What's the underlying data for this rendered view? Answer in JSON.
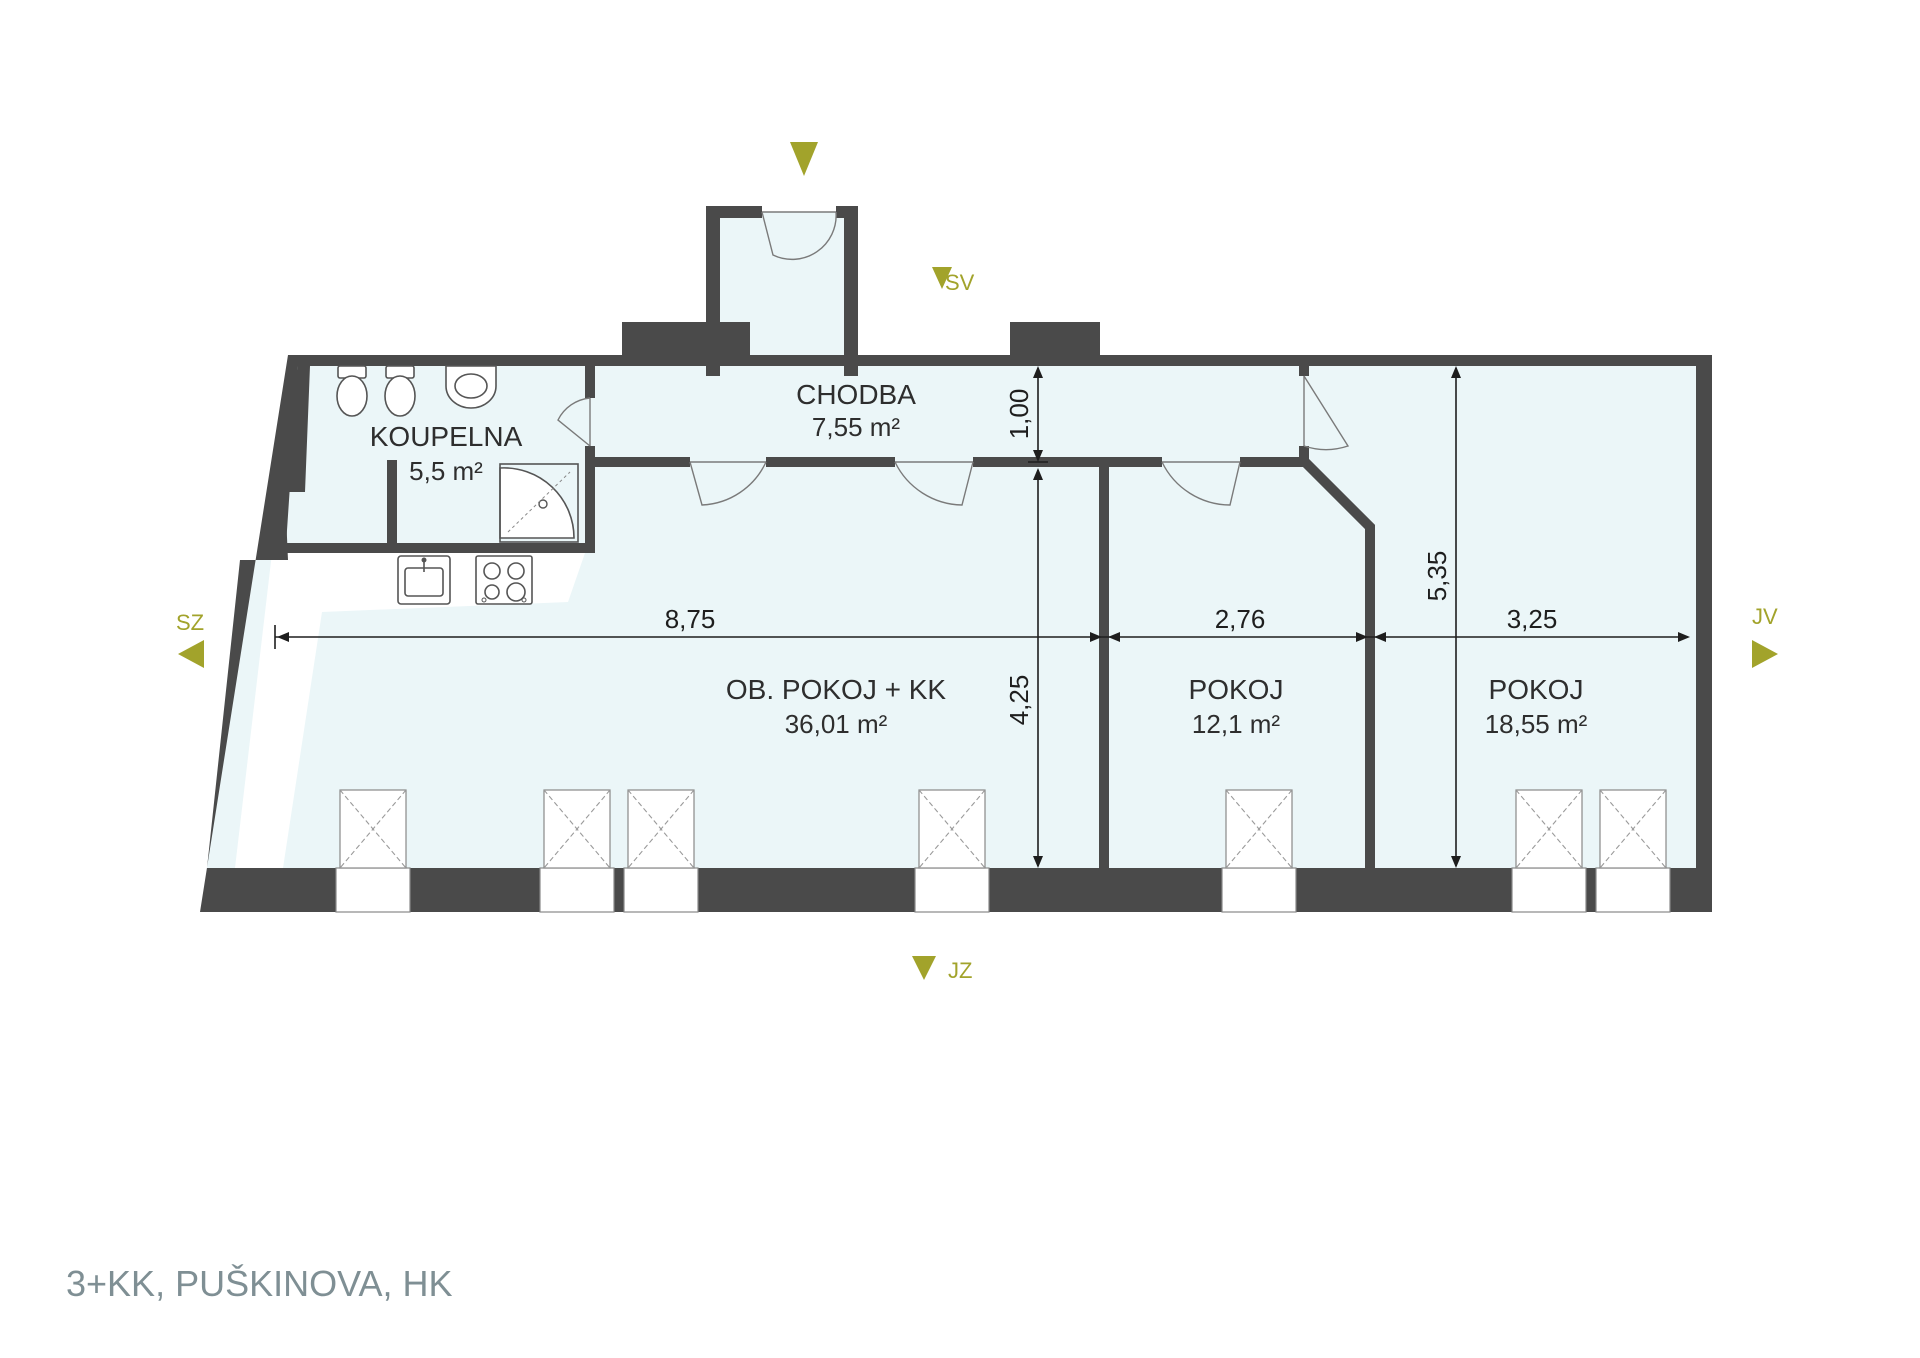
{
  "plan": {
    "title": "3+KK, PUŠKINOVA, HK",
    "rooms": [
      {
        "id": "koupelna",
        "name": "KOUPELNA",
        "area": "5,5 m²"
      },
      {
        "id": "chodba",
        "name": "CHODBA",
        "area": "7,55 m²"
      },
      {
        "id": "obyvak",
        "name": "OB. POKOJ + KK",
        "area": "36,01 m²"
      },
      {
        "id": "pokoj1",
        "name": "POKOJ",
        "area": "12,1 m²"
      },
      {
        "id": "pokoj2",
        "name": "POKOJ",
        "area": "18,55 m²"
      }
    ],
    "dimensions": {
      "chodba_depth": "1,00",
      "obyvak_width": "8,75",
      "obyvak_depth": "4,25",
      "pokoj1_width": "2,76",
      "pokoj2_width": "3,25",
      "pokoj2_depth": "5,35"
    },
    "compass": {
      "sv": "SV",
      "sz": "SZ",
      "jv": "JV",
      "jz": "JZ"
    },
    "colors": {
      "floor": "#ebf6f8",
      "wall": "#4a4a4a",
      "accent": "#a2a32b",
      "title": "#7f8f94"
    }
  }
}
